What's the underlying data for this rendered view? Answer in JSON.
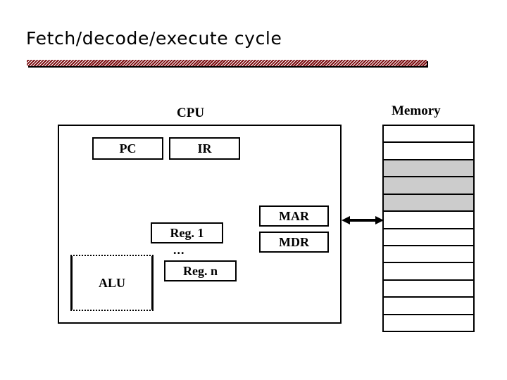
{
  "slide": {
    "title": "Fetch/decode/execute cycle",
    "accent_color": "#7B0D10",
    "background_color": "#FFFFFF"
  },
  "cpu": {
    "label": "CPU",
    "registers": [
      {
        "name": "PC"
      },
      {
        "name": "IR"
      }
    ],
    "general_registers": [
      {
        "name": "Reg. 1"
      },
      {
        "name": "..."
      },
      {
        "name": "Reg. n"
      }
    ],
    "memory_registers": [
      {
        "name": "MAR"
      },
      {
        "name": "MDR"
      }
    ],
    "alu": {
      "label": "ALU"
    }
  },
  "memory": {
    "label": "Memory",
    "filled_color": "#CCCCCC",
    "empty_color": "#FFFFFF",
    "cells": [
      {
        "index": 1,
        "state": "empty"
      },
      {
        "index": 2,
        "state": "empty"
      },
      {
        "index": 3,
        "state": "filled"
      },
      {
        "index": 4,
        "state": "filled"
      },
      {
        "index": 5,
        "state": "filled"
      },
      {
        "index": 6,
        "state": "empty"
      },
      {
        "index": 7,
        "state": "empty"
      },
      {
        "index": 8,
        "state": "empty"
      },
      {
        "index": 9,
        "state": "empty"
      },
      {
        "index": 10,
        "state": "empty"
      },
      {
        "index": 11,
        "state": "empty"
      },
      {
        "index": 12,
        "state": "empty"
      }
    ]
  },
  "bus": {
    "name": "memory-bus",
    "direction": "bidirectional"
  }
}
